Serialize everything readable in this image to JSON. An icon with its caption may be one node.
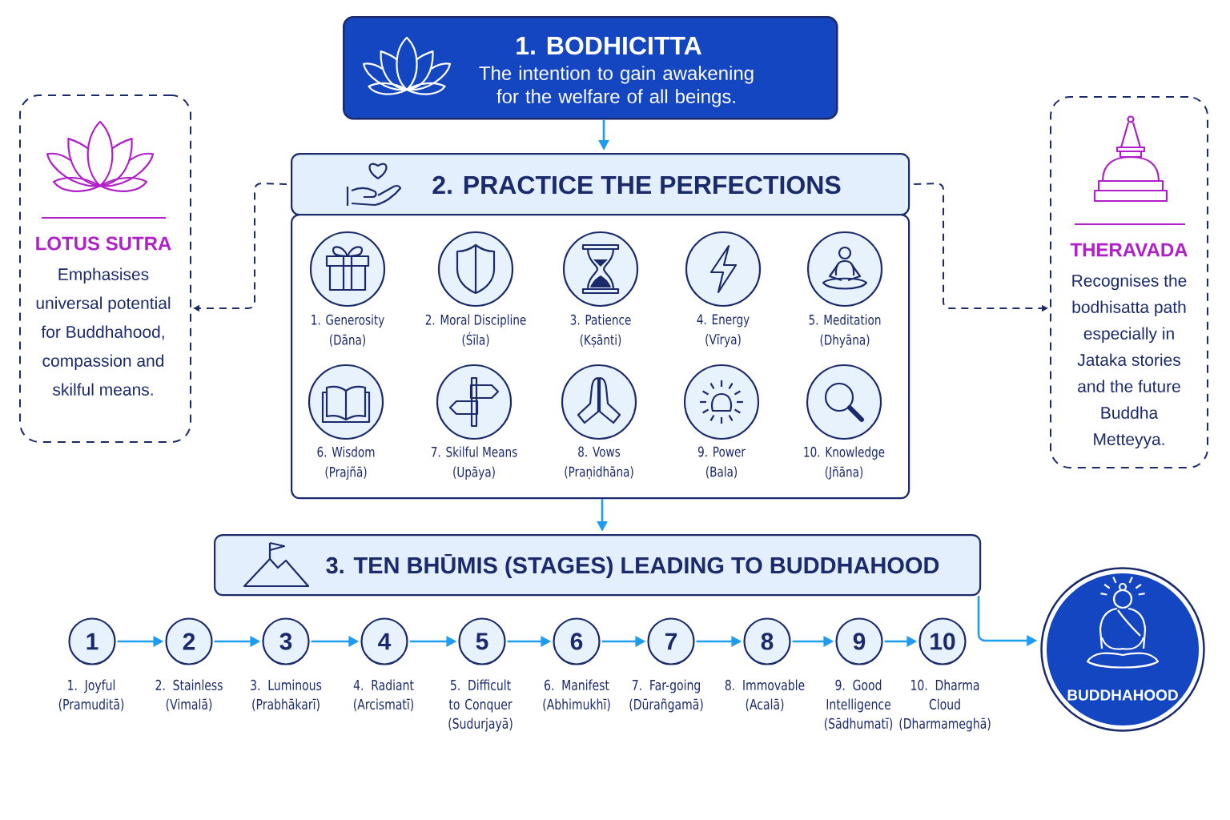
{
  "diagram": {
    "nodes": [
      {
        "text": [
          "1. BODHICITTA",
          "The intention to gain awakening for the welfare of all beings."
        ]
      },
      {
        "text": [
          "2. PRACTICE THE PERFECTIONS"
        ]
      },
      {
        "text": [],
        "shape": "box"
      },
      {
        "text": [
          "1. Generosity",
          "(Dāna)"
        ],
        "in": 2
      },
      {
        "text": [
          "2. Moral Discipline",
          "(Śīla)"
        ],
        "in": 2
      },
      {
        "text": [
          "3. Patience",
          "(Kṣānti)"
        ],
        "in": 2
      },
      {
        "text": [
          "4. Energy",
          "(Vīrya)"
        ],
        "in": 2
      },
      {
        "text": [
          "5. Meditation",
          "(Dhyāna)"
        ],
        "in": 2
      },
      {
        "text": [
          "6. Wisdom",
          "(Prajñā)"
        ],
        "in": 2
      },
      {
        "text": [
          "7. Skilful Means",
          "(Upāya)"
        ],
        "in": 2
      },
      {
        "text": [
          "8. Vows",
          "(Praṇidhāna)"
        ],
        "in": 2
      },
      {
        "text": [
          "9. Power",
          "(Bala)"
        ],
        "in": 2
      },
      {
        "text": [
          "10. Knowledge",
          "(Jñāna)"
        ],
        "in": 2
      },
      {
        "text": [
          "LOTUS SUTRA",
          "Emphasises universal potential for Buddhahood, compassion and skilful means."
        ]
      },
      {
        "text": [
          "THERAVADA",
          "Recognises the bodhisatta path especially in Jataka stories and the future Buddha Metteyya."
        ]
      },
      {
        "text": [
          "3. TEN BHŪMIS (STAGES) LEADING TO BUDDHAHOOD"
        ]
      },
      {
        "text": [
          "1"
        ],
        "beside": [
          "1. Joyful",
          "(Pramuditā)"
        ]
      },
      {
        "text": [
          "2"
        ],
        "beside": [
          "2. Stainless",
          "(Vimalā)"
        ]
      },
      {
        "text": [
          "3"
        ],
        "beside": [
          "3. Luminous",
          "(Prabhākarī)"
        ]
      },
      {
        "text": [
          "4"
        ],
        "beside": [
          "4. Radiant",
          "(Arcismatī)"
        ]
      },
      {
        "text": [
          "5"
        ],
        "beside": [
          "5. Difficult to Conquer",
          "(Sudurjayā)"
        ]
      },
      {
        "text": [
          "6"
        ],
        "beside": [
          "6. Manifest",
          "(Abhimukhī)"
        ]
      },
      {
        "text": [
          "7"
        ],
        "beside": [
          "7. Far-going",
          "(Dūrañgamā)"
        ]
      },
      {
        "text": [
          "8"
        ],
        "beside": [
          "8. Immovable",
          "(Acalā)"
        ]
      },
      {
        "text": [
          "9"
        ],
        "beside": [
          "9. Good Intelligence",
          "(Sādhumatī)"
        ]
      },
      {
        "text": [
          "10"
        ],
        "beside": [
          "10. Dharma Cloud",
          "(Dharmameghā)"
        ]
      },
      {
        "text": [
          "BUDDHAHOOD"
        ]
      }
    ],
    "edges": [
      {
        "from": 0,
        "to": 1,
        "arrow": "to"
      },
      {
        "from": 1,
        "to": 13,
        "arrow": "to",
        "style": "dashed",
        "color": "#1b2a6b"
      },
      {
        "from": 1,
        "to": 14,
        "arrow": "to",
        "style": "dashed",
        "color": "#1b2a6b"
      },
      {
        "from": 2,
        "to": 15,
        "arrow": "to"
      },
      {
        "from": 16,
        "to": 17,
        "arrow": "to"
      },
      {
        "from": 17,
        "to": 18,
        "arrow": "to"
      },
      {
        "from": 18,
        "to": 19,
        "arrow": "to"
      },
      {
        "from": 19,
        "to": 20,
        "arrow": "to"
      },
      {
        "from": 20,
        "to": 21,
        "arrow": "to"
      },
      {
        "from": 21,
        "to": 22,
        "arrow": "to"
      },
      {
        "from": 22,
        "to": 23,
        "arrow": "to"
      },
      {
        "from": 23,
        "to": 24,
        "arrow": "to"
      },
      {
        "from": 24,
        "to": 25,
        "arrow": "to"
      },
      {
        "from": 15,
        "to": 26,
        "arrow": "to"
      }
    ]
  }
}
